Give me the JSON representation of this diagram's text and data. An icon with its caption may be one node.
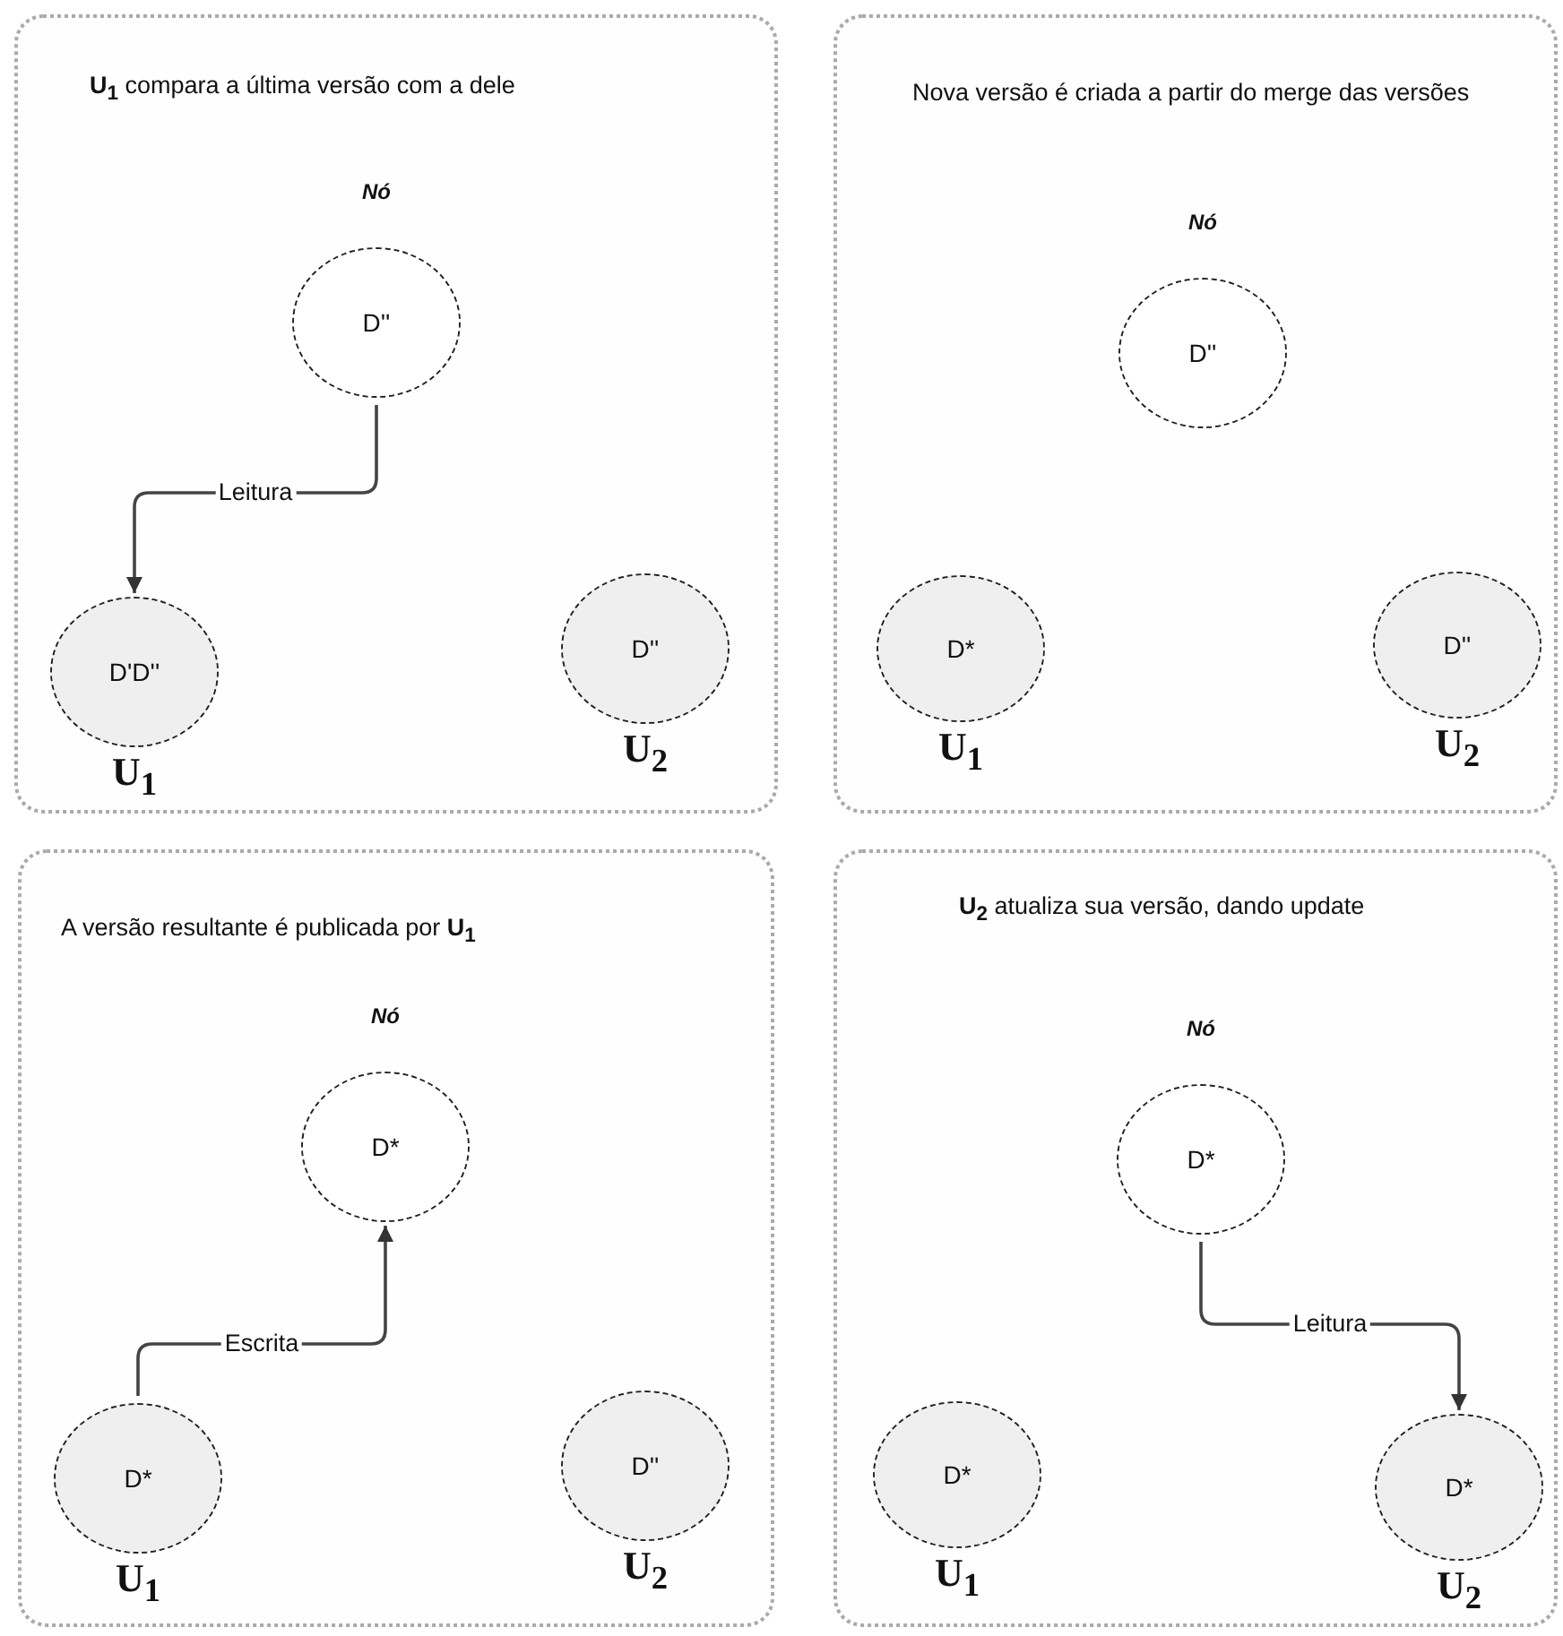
{
  "diagram": {
    "nodes": [
      {
        "text": [
          "**U$_{1}$** compara a última versão com a dele"
        ]
      },
      {
        "text": [
          "D''"
        ],
        "in": 0,
        "beside": [
          "Nó"
        ]
      },
      {
        "text": [
          "D'D''"
        ],
        "in": 0,
        "beside": [
          "U$_{1}$"
        ]
      },
      {
        "text": [
          "D''"
        ],
        "in": 0,
        "beside": [
          "U$_{2}$"
        ]
      },
      {
        "text": [
          "Nova versão é criada a partir do merge das versões"
        ]
      },
      {
        "text": [
          "D''"
        ],
        "in": 4,
        "beside": [
          "Nó"
        ]
      },
      {
        "text": [
          "D*"
        ],
        "in": 4,
        "beside": [
          "U$_{1}$"
        ]
      },
      {
        "text": [
          "D''"
        ],
        "in": 4,
        "beside": [
          "U$_{2}$"
        ]
      },
      {
        "text": [
          "A versão resultante é publicada por **U$_{1}$**"
        ]
      },
      {
        "text": [
          "D*"
        ],
        "in": 8,
        "beside": [
          "Nó"
        ]
      },
      {
        "text": [
          "D*"
        ],
        "in": 8,
        "beside": [
          "U$_{1}$"
        ]
      },
      {
        "text": [
          "D''"
        ],
        "in": 8,
        "beside": [
          "U$_{2}$"
        ]
      },
      {
        "text": [
          "**U$_{2}$** atualiza sua versão, dando update"
        ]
      },
      {
        "text": [
          "D*"
        ],
        "in": 12,
        "beside": [
          "Nó"
        ]
      },
      {
        "text": [
          "D*"
        ],
        "in": 12,
        "beside": [
          "U$_{1}$"
        ]
      },
      {
        "text": [
          "D*"
        ],
        "in": 12,
        "beside": [
          "U$_{2}$"
        ]
      }
    ],
    "edges": [
      {
        "from": 1,
        "to": 2,
        "arrow": "to",
        "label": "Leitura"
      },
      {
        "from": 10,
        "to": 9,
        "arrow": "to",
        "label": "Escrita"
      },
      {
        "from": 13,
        "to": 15,
        "arrow": "to",
        "label": "Leitura"
      }
    ]
  }
}
